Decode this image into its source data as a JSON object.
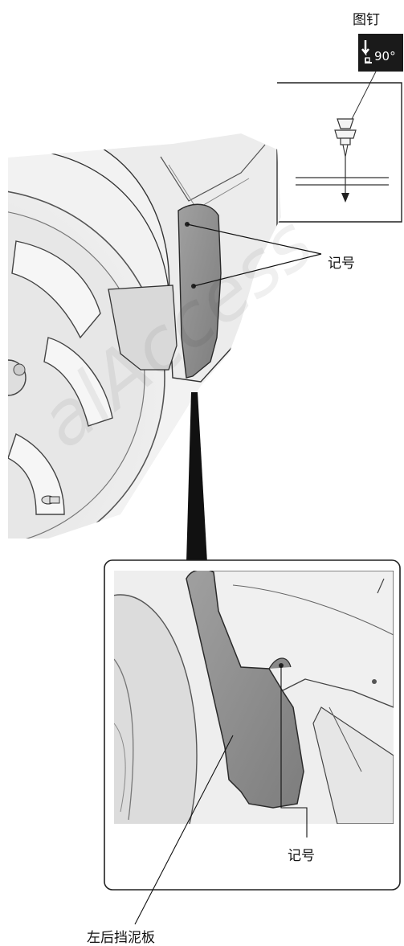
{
  "labels": {
    "pushpin": "图钉",
    "angle_badge": "90°",
    "mark_top": "记号",
    "mark_bottom": "记号",
    "mud_flap": "左后挡泥板"
  },
  "watermark": "alAccess",
  "colors": {
    "body_panel": "#e9e9e9",
    "tire": "#e3e3e3",
    "mud_flap": "#8e8e8e",
    "outline": "#2a2a2a",
    "badge_bg": "#1a1a1a"
  }
}
